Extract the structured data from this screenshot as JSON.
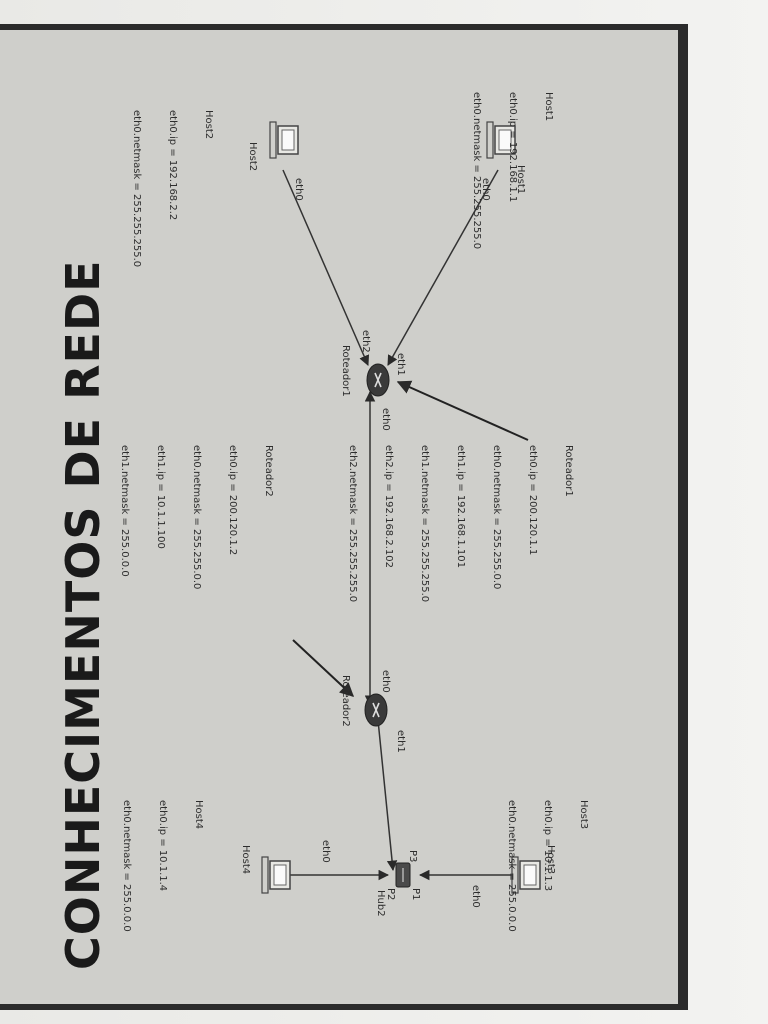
{
  "title": "CONHECIMENTOS DE REDE",
  "nodes": {
    "host1": "Host1",
    "host2": "Host2",
    "host3": "Host3",
    "host4": "Host4",
    "roteador1": "Roteador1",
    "roteador2": "Roteador2",
    "hub2": "Hub2"
  },
  "ports": {
    "host1_eth0": "eth0",
    "host2_eth0": "eth0",
    "host3_eth0": "eth0",
    "host4_eth0": "eth0",
    "r1_eth1": "eth1",
    "r1_eth2": "eth2",
    "r1_eth0": "eth0",
    "r2_eth0": "eth0",
    "r2_eth1": "eth1",
    "hub_p1": "P1",
    "hub_p2": "P2",
    "hub_p3": "P3"
  },
  "info_blocks": {
    "host1": [
      "Host1",
      "eth0.ip = 192.168.1.1",
      "eth0.netmask = 255.255.255.0"
    ],
    "host2": [
      "Host2",
      "eth0.ip = 192.168.2.2",
      "eth0.netmask = 255.255.255.0"
    ],
    "roteador1": [
      "Roteador1",
      "eth0.ip = 200.120.1.1",
      "eth0.netmask = 255.255.0.0",
      "eth1.ip = 192.168.1.101",
      "eth1.netmask = 255.255.255.0",
      "eth2.ip = 192.168.2.102",
      "eth2.netmask = 255.255.255.0"
    ],
    "roteador2": [
      "Roteador2",
      "eth0.ip = 200.120.1.2",
      "eth0.netmask = 255.255.0.0",
      "eth1.ip = 10.1.1.100",
      "eth1.netmask = 255.0.0.0"
    ],
    "host3": [
      "Host3",
      "eth0.ip = 10.1.1.3",
      "eth0.netmask = 255.0.0.0"
    ],
    "host4": [
      "Host4",
      "eth0.ip = 10.1.1.4",
      "eth0.netmask = 255.0.0.0"
    ]
  }
}
